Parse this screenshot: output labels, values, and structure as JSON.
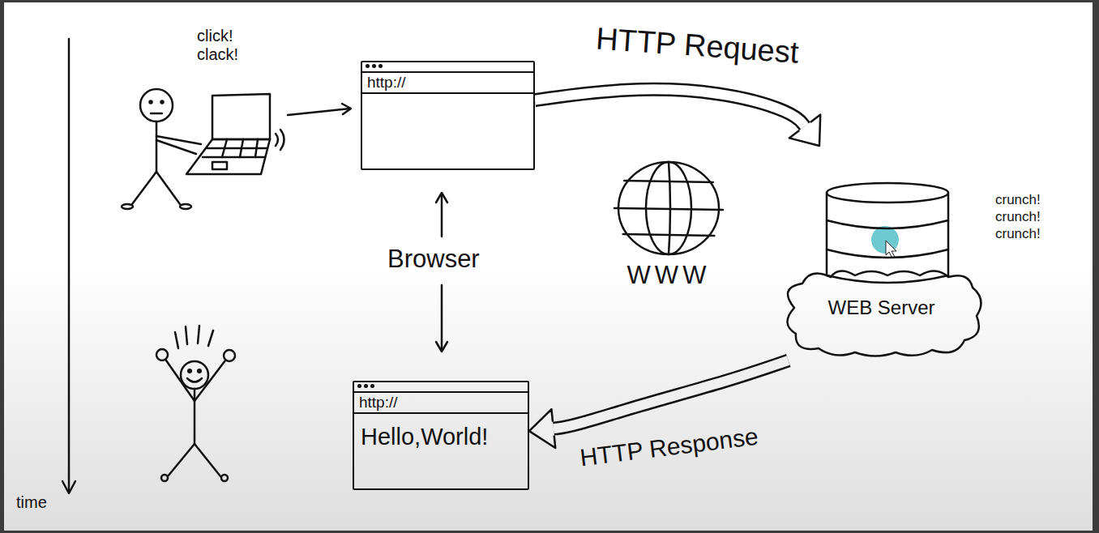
{
  "diagram": {
    "nodes": [
      {
        "text": [
          "http://"
        ]
      },
      {
        "text": [
          "WWW"
        ]
      },
      {
        "text": [
          "WEB Server"
        ]
      },
      {
        "text": [
          "http://",
          "Hello,World!"
        ]
      }
    ],
    "edges": [
      {
        "from": 0,
        "to": 2,
        "label": "HTTP Request",
        "arrow": "to"
      },
      {
        "from": 2,
        "to": 3,
        "label": "HTTP Response",
        "arrow": "to"
      }
    ],
    "labels": [
      "click! clack!",
      "Browser",
      "crunch! crunch! crunch!",
      "time"
    ]
  }
}
